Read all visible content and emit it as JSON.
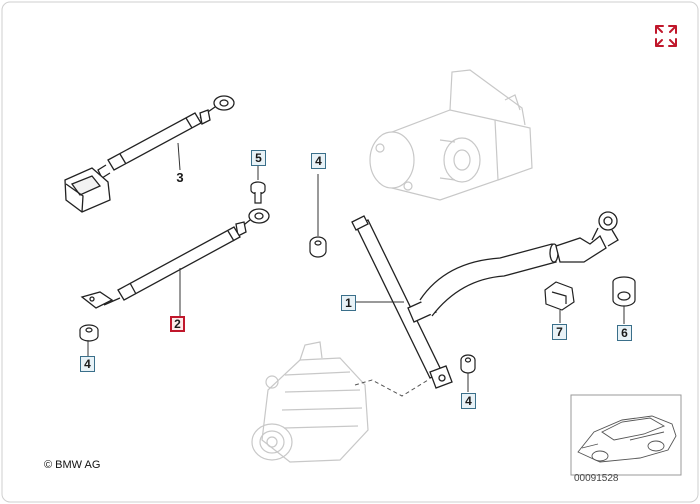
{
  "callouts": {
    "c1": "1",
    "c2": "2",
    "c3": "3",
    "c4a": "4",
    "c4b": "4",
    "c4c": "4",
    "c5": "5",
    "c6": "6",
    "c7": "7"
  },
  "copyright": "© BMW AG",
  "document_number": "00091528",
  "icons": {
    "expand": "expand-arrows-icon"
  },
  "colors": {
    "accent_red": "#c0172b",
    "callout_border": "#3a6f8a",
    "line": "#333333"
  }
}
